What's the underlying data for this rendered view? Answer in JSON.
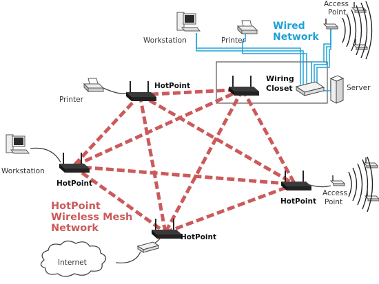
{
  "labels": {
    "workstation_top": "Workstation",
    "printer_top": "Printer",
    "access_point_top_1": "Access",
    "access_point_top_2": "Point",
    "server": "Server",
    "printer_left": "Printer",
    "workstation_left": "Workstation",
    "access_point_right_1": "Access",
    "access_point_right_2": "Point",
    "internet": "Internet"
  },
  "wired_network": [
    "Wired",
    "Network"
  ],
  "wiring_closet": [
    "Wiring",
    "Closet"
  ],
  "hotpoints": [
    "HotPoint",
    "HotPoint",
    "HotPoint",
    "HotPoint"
  ],
  "mesh_network": [
    "HotPoint",
    "Wireless Mesh",
    "Network"
  ],
  "colors": {
    "wired_blue": "#1fa2d8",
    "mesh_red": "#cc5a5a",
    "device_dark": "#2a2a2a",
    "line_dark": "#444444"
  }
}
